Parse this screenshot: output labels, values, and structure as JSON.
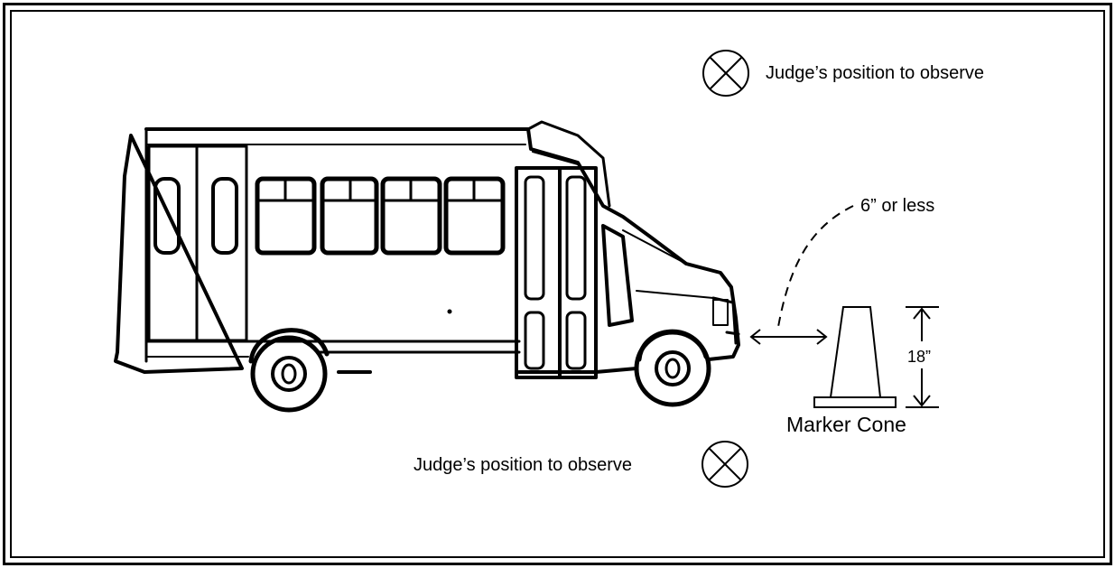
{
  "labels": {
    "judge_top": "Judge’s position to observe",
    "judge_bottom": "Judge’s position to observe",
    "clearance": "6” or less",
    "cone_height": "18”",
    "cone_name": "Marker Cone"
  },
  "icons": {
    "judge_marker": "circle-x-icon",
    "cone": "traffic-cone-icon",
    "vehicle": "shuttle-bus-icon"
  },
  "colors": {
    "ink": "#000000",
    "background": "#ffffff"
  }
}
